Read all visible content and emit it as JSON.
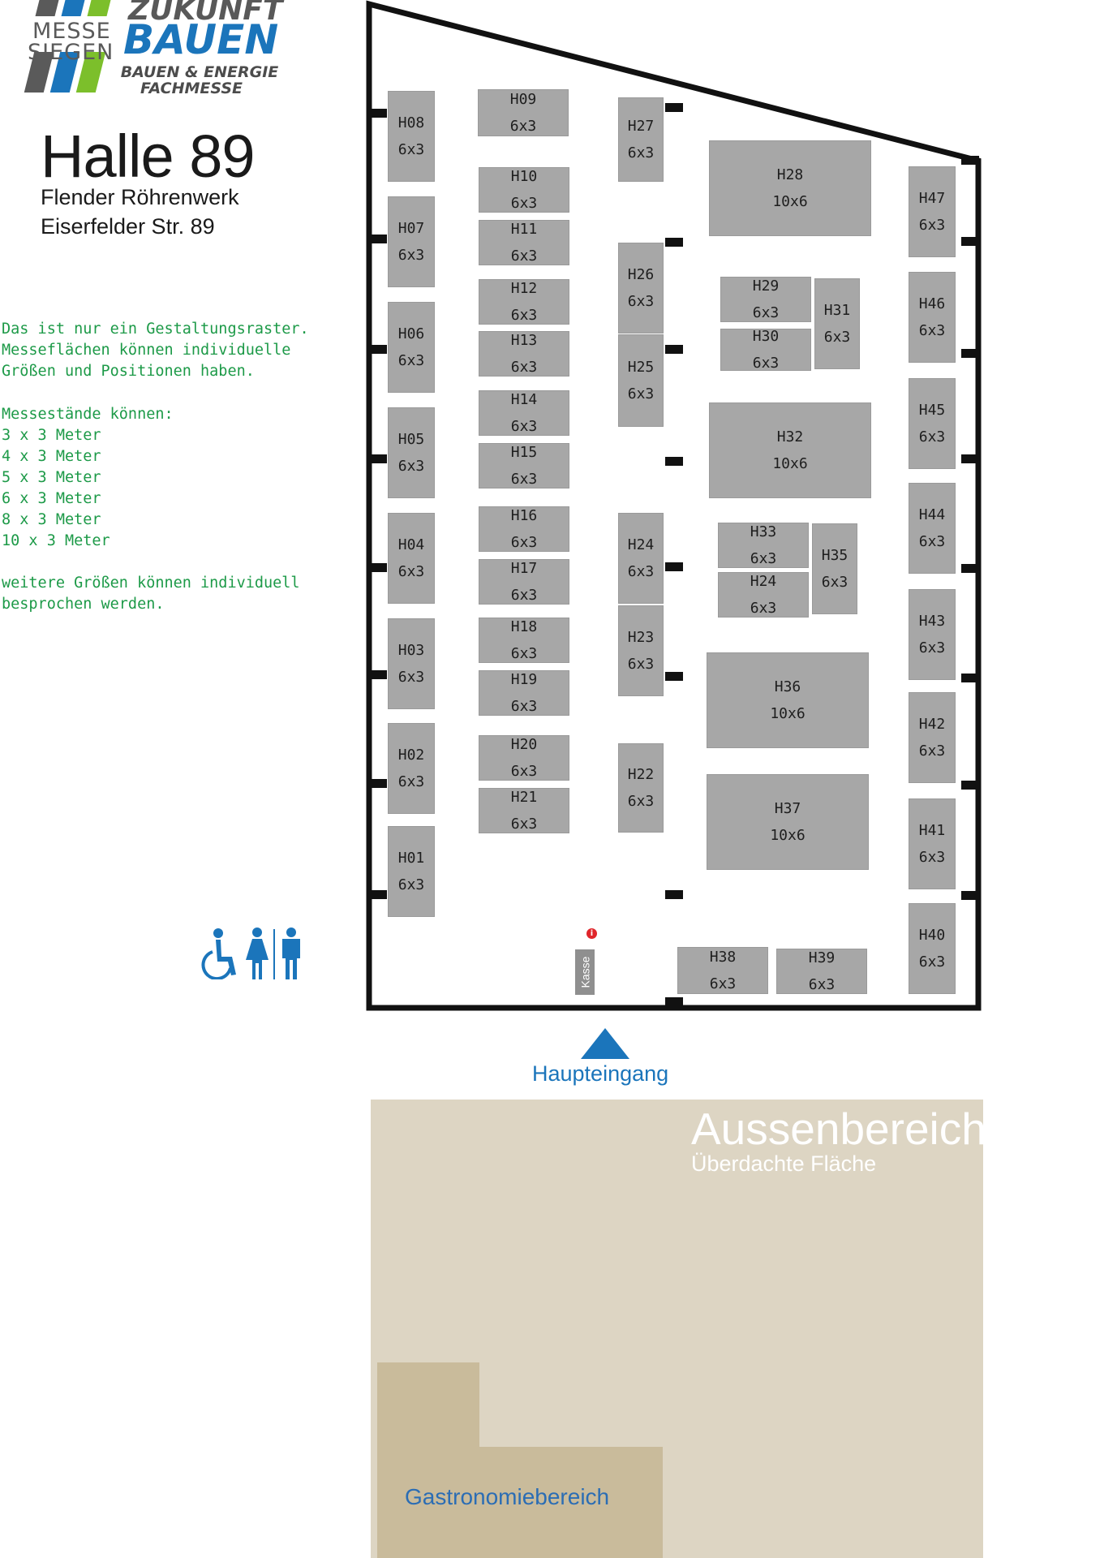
{
  "logo": {
    "messe": "MESSE",
    "siegen": "SIEGEN",
    "zukunft": "ZUKUNFT",
    "bauen": "BAUEN",
    "line1": "BAUEN & ENERGIE",
    "line2": "FACHMESSE",
    "bar_colors": [
      "#5a5a5a",
      "#1b75bb",
      "#7cbf2b"
    ]
  },
  "header": {
    "title": "Halle 89",
    "venue": "Flender Röhrenwerk",
    "address": "Eiserfelder Str. 89"
  },
  "notes": {
    "raster": "Das ist nur ein Gestaltungsraster.\nMesseflächen können individuelle\nGrößen und Positionen haben.",
    "sizes": "Messestände können:\n3 x 3 Meter\n4 x 3 Meter\n5 x 3 Meter\n6 x 3 Meter\n8 x 3 Meter\n10 x 3 Meter",
    "more": "weitere Größen können individuell\nbesprochen werden."
  },
  "booths": [
    {
      "id": "H01",
      "size": "6x3"
    },
    {
      "id": "H02",
      "size": "6x3"
    },
    {
      "id": "H03",
      "size": "6x3"
    },
    {
      "id": "H04",
      "size": "6x3"
    },
    {
      "id": "H05",
      "size": "6x3"
    },
    {
      "id": "H06",
      "size": "6x3"
    },
    {
      "id": "H07",
      "size": "6x3"
    },
    {
      "id": "H08",
      "size": "6x3"
    },
    {
      "id": "H09",
      "size": "6x3"
    },
    {
      "id": "H10",
      "size": "6x3"
    },
    {
      "id": "H11",
      "size": "6x3"
    },
    {
      "id": "H12",
      "size": "6x3"
    },
    {
      "id": "H13",
      "size": "6x3"
    },
    {
      "id": "H14",
      "size": "6x3"
    },
    {
      "id": "H15",
      "size": "6x3"
    },
    {
      "id": "H16",
      "size": "6x3"
    },
    {
      "id": "H17",
      "size": "6x3"
    },
    {
      "id": "H18",
      "size": "6x3"
    },
    {
      "id": "H19",
      "size": "6x3"
    },
    {
      "id": "H20",
      "size": "6x3"
    },
    {
      "id": "H21",
      "size": "6x3"
    },
    {
      "id": "H22",
      "size": "6x3"
    },
    {
      "id": "H23",
      "size": "6x3"
    },
    {
      "id": "H24",
      "size": "6x3"
    },
    {
      "id": "H25",
      "size": "6x3"
    },
    {
      "id": "H26",
      "size": "6x3"
    },
    {
      "id": "H27",
      "size": "6x3"
    },
    {
      "id": "H28",
      "size": "10x6"
    },
    {
      "id": "H29",
      "size": "6x3"
    },
    {
      "id": "H30",
      "size": "6x3"
    },
    {
      "id": "H31",
      "size": "6x3"
    },
    {
      "id": "H32",
      "size": "10x6"
    },
    {
      "id": "H33",
      "size": "6x3"
    },
    {
      "id": "H24",
      "size": "6x3"
    },
    {
      "id": "H35",
      "size": "6x3"
    },
    {
      "id": "H36",
      "size": "10x6"
    },
    {
      "id": "H37",
      "size": "10x6"
    },
    {
      "id": "H38",
      "size": "6x3"
    },
    {
      "id": "H39",
      "size": "6x3"
    },
    {
      "id": "H40",
      "size": "6x3"
    },
    {
      "id": "H41",
      "size": "6x3"
    },
    {
      "id": "H42",
      "size": "6x3"
    },
    {
      "id": "H43",
      "size": "6x3"
    },
    {
      "id": "H44",
      "size": "6x3"
    },
    {
      "id": "H45",
      "size": "6x3"
    },
    {
      "id": "H46",
      "size": "6x3"
    },
    {
      "id": "H47",
      "size": "6x3"
    }
  ],
  "kasse": "Kasse",
  "info_icon": "info-icon",
  "entrance": "Haupteingang",
  "outdoor": {
    "title": "Aussenbereich",
    "subtitle": "Überdachte Fläche",
    "gastro": "Gastronomiebereich"
  },
  "icons": [
    "wheelchair-icon",
    "woman-icon",
    "man-icon"
  ],
  "colors": {
    "booth": "#a7a7a7",
    "note_text": "#1d9a48",
    "entrance": "#1b75bb",
    "outdoor": "#ddd5c3",
    "gastro": "#c9bb9b",
    "info": "#e0262b"
  }
}
